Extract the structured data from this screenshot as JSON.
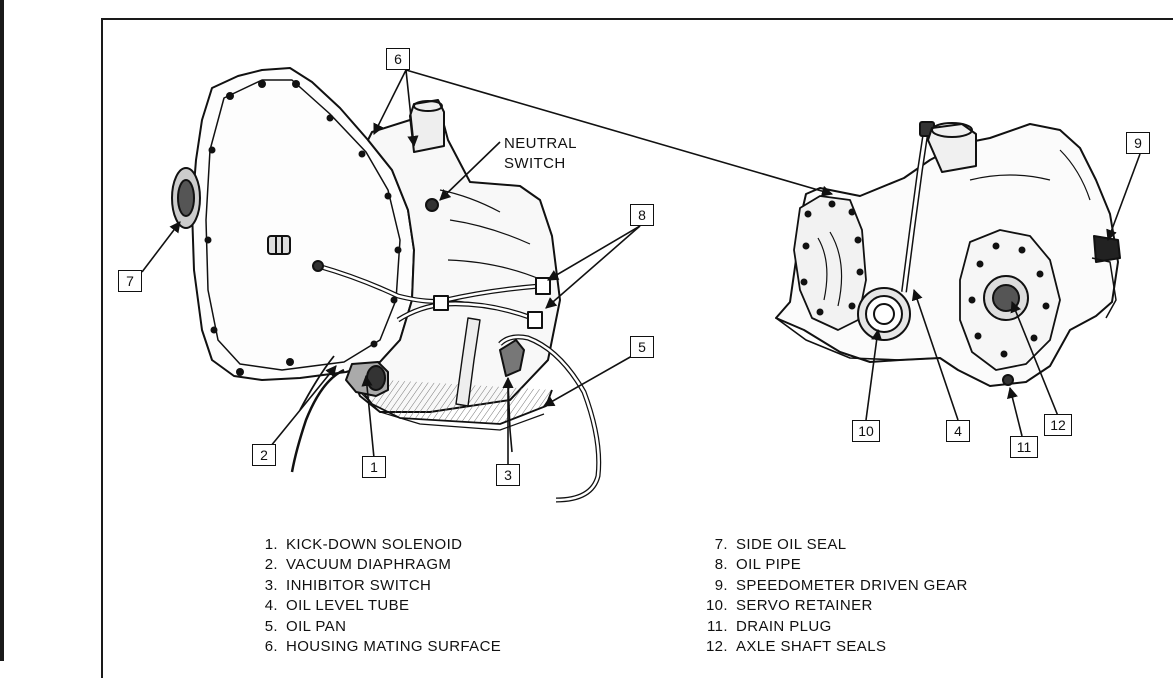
{
  "callouts": [
    "1",
    "2",
    "3",
    "4",
    "5",
    "6",
    "7",
    "8",
    "9",
    "10",
    "11",
    "12"
  ],
  "label_neutral_switch": [
    "NEUTRAL",
    "SWITCH"
  ],
  "legend_left": [
    {
      "num": "1.",
      "text": "KICK-DOWN SOLENOID"
    },
    {
      "num": "2.",
      "text": "VACUUM DIAPHRAGM"
    },
    {
      "num": "3.",
      "text": "INHIBITOR SWITCH"
    },
    {
      "num": "4.",
      "text": "OIL LEVEL TUBE"
    },
    {
      "num": "5.",
      "text": "OIL PAN"
    },
    {
      "num": "6.",
      "text": "HOUSING MATING SURFACE"
    }
  ],
  "legend_right": [
    {
      "num": "7.",
      "text": "SIDE OIL SEAL"
    },
    {
      "num": "8.",
      "text": "OIL PIPE"
    },
    {
      "num": "9.",
      "text": "SPEEDOMETER DRIVEN GEAR"
    },
    {
      "num": "10.",
      "text": "SERVO RETAINER"
    },
    {
      "num": "11.",
      "text": "DRAIN PLUG"
    },
    {
      "num": "12.",
      "text": "AXLE SHAFT SEALS"
    }
  ],
  "colors": {
    "ink": "#111111",
    "paper": "#ffffff",
    "shade": "#9a9a9a"
  }
}
